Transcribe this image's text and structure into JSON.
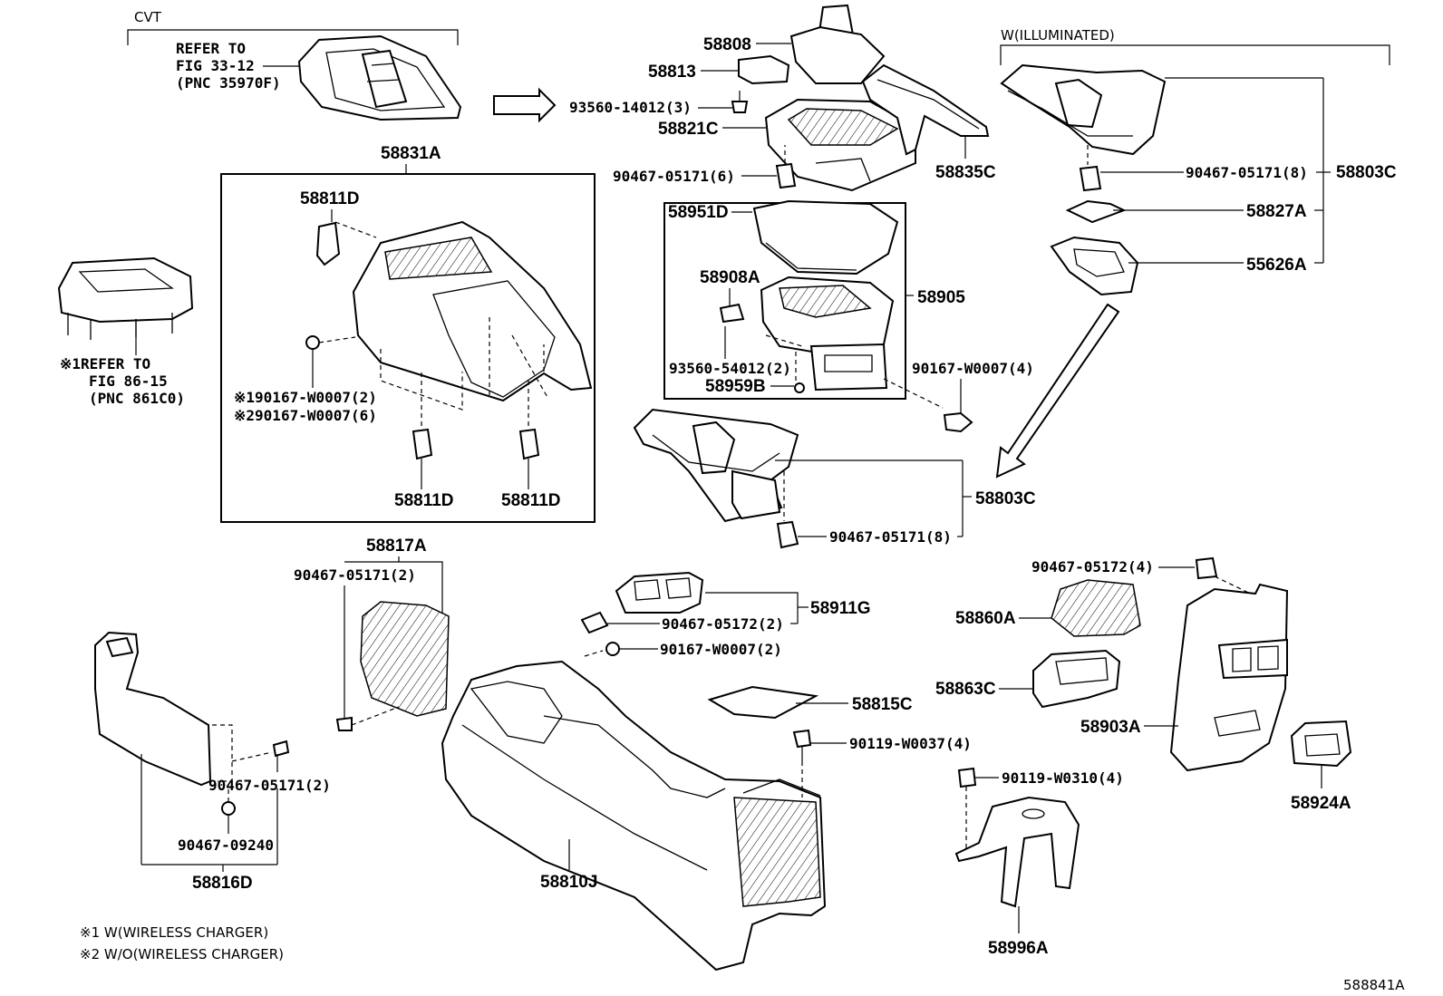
{
  "header": {
    "cvt": "CVT",
    "illuminated": "W(ILLUMINATED)",
    "refer1": [
      "REFER TO",
      "FIG 33-12",
      "(PNC 35970F)"
    ],
    "refer2": [
      "※1REFER TO",
      "FIG 86-15",
      "(PNC 861C0)"
    ]
  },
  "labels": {
    "p58831A": "58831A",
    "p58811D_top": "58811D",
    "p58811D_a": "58811D",
    "p58811D_b": "58811D",
    "p90167_x1": "※190167-W0007(2)",
    "p90167_x2": "※290167-W0007(6)",
    "p58808": "58808",
    "p58813": "58813",
    "p93560_14012": "93560-14012(3)",
    "p58821C": "58821C",
    "p90467_05171_6": "90467-05171(6)",
    "p58835C": "58835C",
    "p58951D": "58951D",
    "p58908A": "58908A",
    "p58905": "58905",
    "p93560_54012": "93560-54012(2)",
    "p58959B": "58959B",
    "p90167_4": "90167-W0007(4)",
    "p58803C_top": "58803C",
    "p90467_05171_8a": "90467-05171(8)",
    "p58827A": "58827A",
    "p55626A": "55626A",
    "p58803C_mid": "58803C",
    "p90467_05171_8b": "90467-05171(8)",
    "p58817A": "58817A",
    "p90467_05171_2a": "90467-05171(2)",
    "p58911G": "58911G",
    "p90467_05172_2": "90467-05172(2)",
    "p90167_2": "90167-W0007(2)",
    "p90467_05172_4": "90467-05172(4)",
    "p58860A": "58860A",
    "p58863C": "58863C",
    "p58903A": "58903A",
    "p58924A": "58924A",
    "p58815C": "58815C",
    "p90119_0037": "90119-W0037(4)",
    "p90119_0310": "90119-W0310(4)",
    "p58996A": "58996A",
    "p90467_05171_2b": "90467-05171(2)",
    "p90467_09240": "90467-09240",
    "p58816D": "58816D",
    "p58810J": "58810J"
  },
  "footnotes": {
    "n1": "※1 W(WIRELESS CHARGER)",
    "n2": "※2 W/O(WIRELESS CHARGER)"
  },
  "figure_id": "588841A"
}
